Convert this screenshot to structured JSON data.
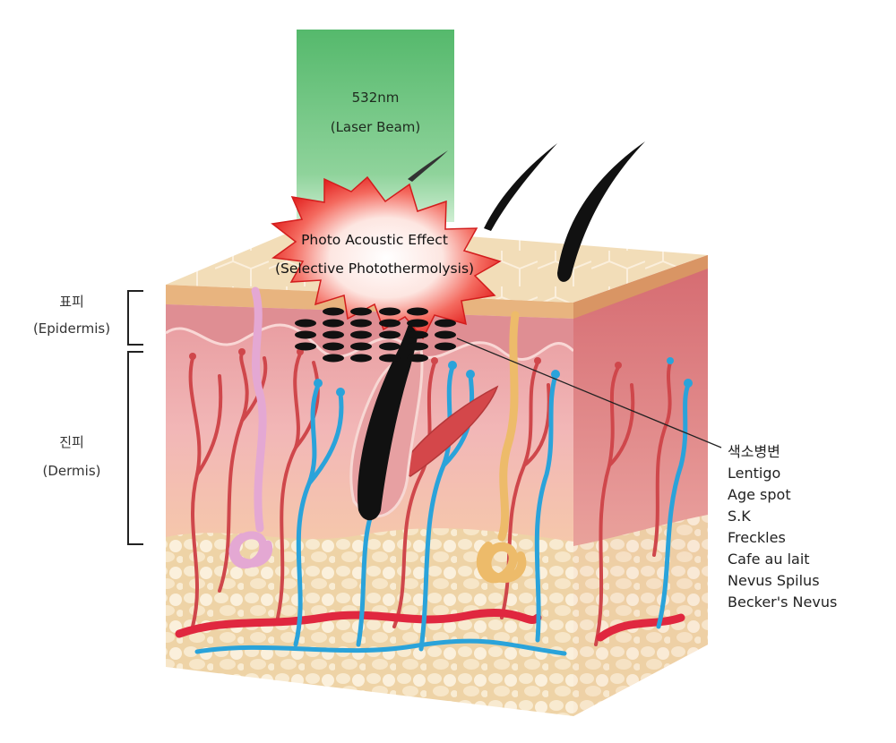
{
  "laser": {
    "wavelength": "532nm",
    "name": "(Laser Beam)"
  },
  "effect": {
    "line1": "Photo Acoustic Effect",
    "line2": "(Selective Photothermolysis)"
  },
  "layers": {
    "epidermis_ko": "표피",
    "epidermis_en": "(Epidermis)",
    "dermis_ko": "진피",
    "dermis_en": "(Dermis)"
  },
  "lesions": {
    "title": "색소병변",
    "items": [
      "Lentigo",
      "Age spot",
      "S.K",
      "Freckles",
      "Cafe au lait",
      "Nevus Spilus",
      "Becker's Nevus"
    ]
  },
  "colors": {
    "laser_beam": "#5dbf73",
    "burst_outer": "#e8252a",
    "epidermis": "#efc49a",
    "dermis": "#eea5a7",
    "artery": "#d9454a",
    "vein": "#2aa6dc",
    "fat": "#f3dfb8",
    "pigment": "#111111"
  }
}
